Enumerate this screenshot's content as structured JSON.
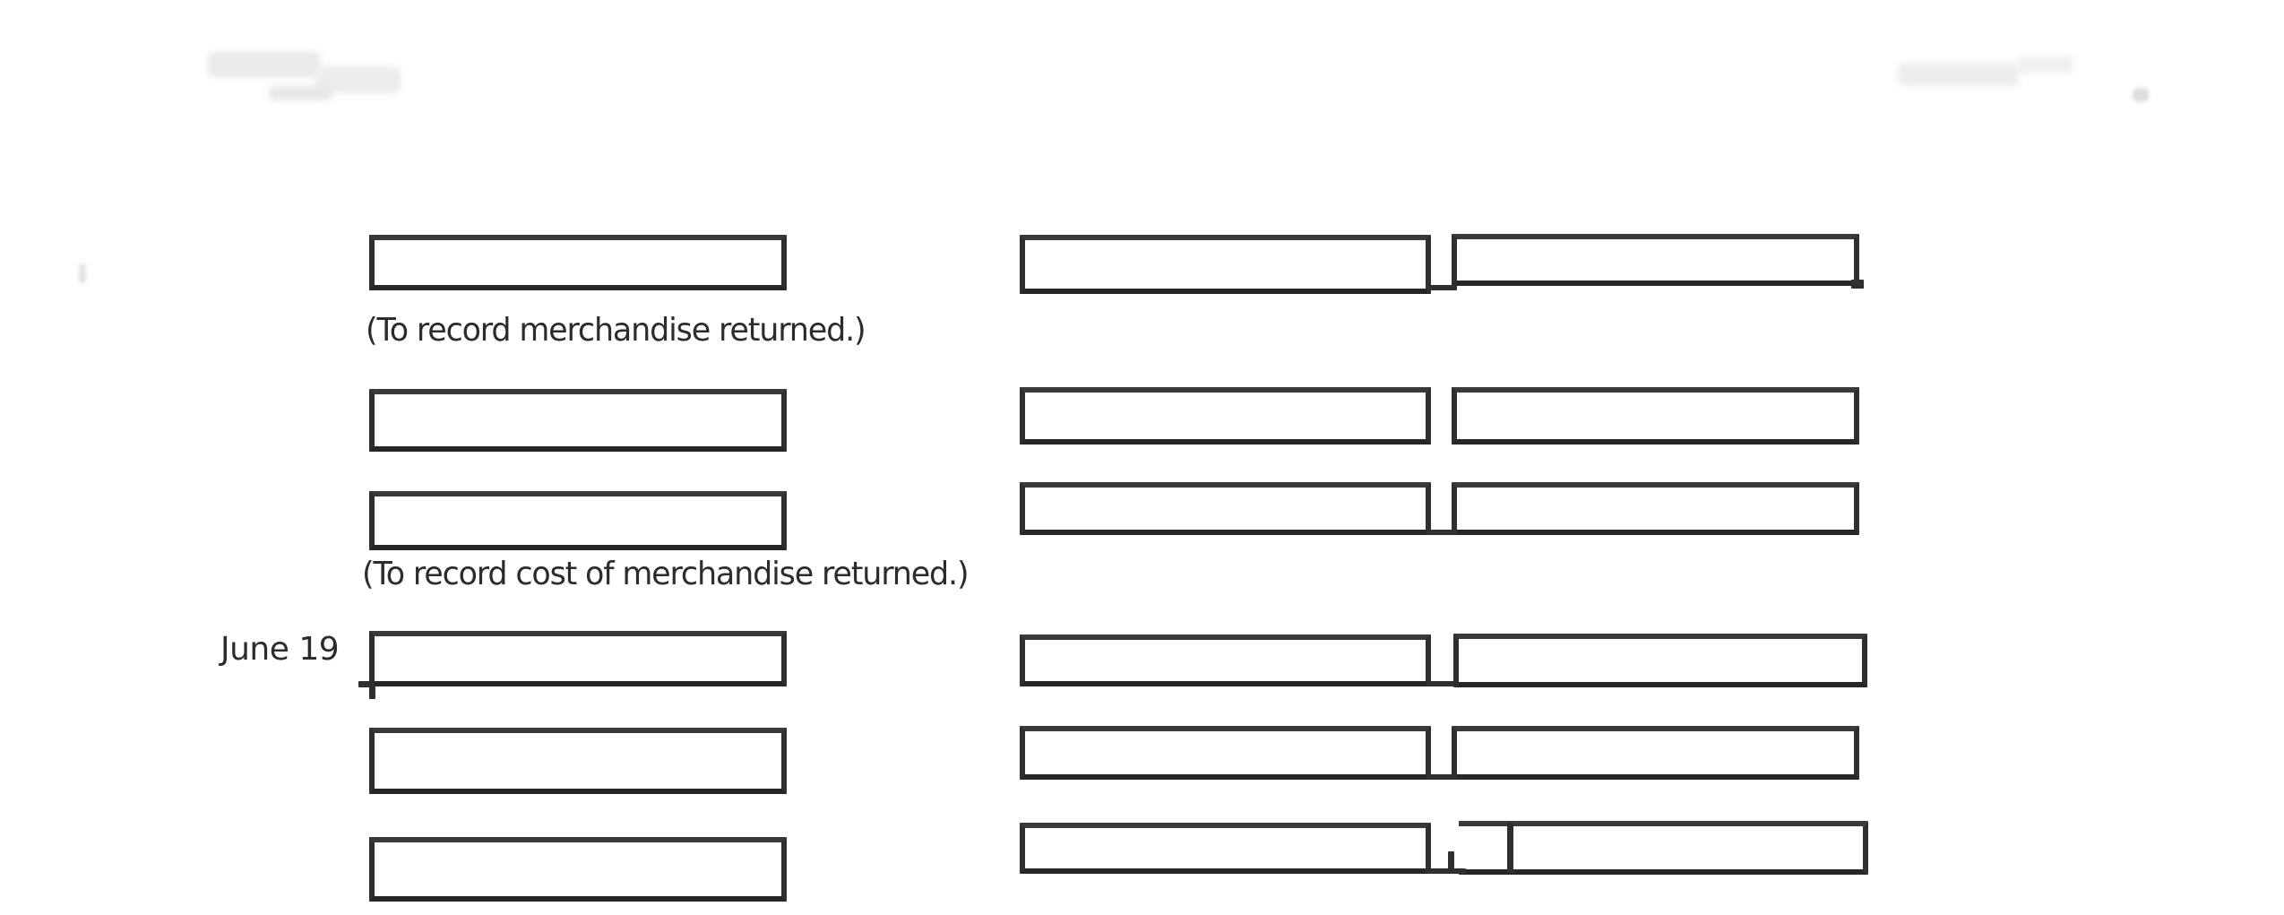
{
  "page": {
    "background_color": "#ffffff",
    "line_color": "#2f2f2f",
    "text_color": "#2c2c2c"
  },
  "journal": {
    "entry_sales_return": {
      "caption": "(To record merchandise returned.)",
      "rows": [
        {
          "account_title": "",
          "debit": "",
          "credit": ""
        }
      ]
    },
    "entry_cost_of_return": {
      "caption": "(To record cost of merchandise returned.)",
      "rows": [
        {
          "account_title": "",
          "debit": "",
          "credit": ""
        },
        {
          "account_title": "",
          "debit": "",
          "credit": ""
        }
      ]
    },
    "entry_june_19": {
      "date_label": "June 19",
      "rows": [
        {
          "account_title": "",
          "debit": "",
          "credit": ""
        },
        {
          "account_title": "",
          "debit": "",
          "credit": ""
        },
        {
          "account_title": "",
          "debit": "",
          "credit": ""
        }
      ]
    }
  }
}
